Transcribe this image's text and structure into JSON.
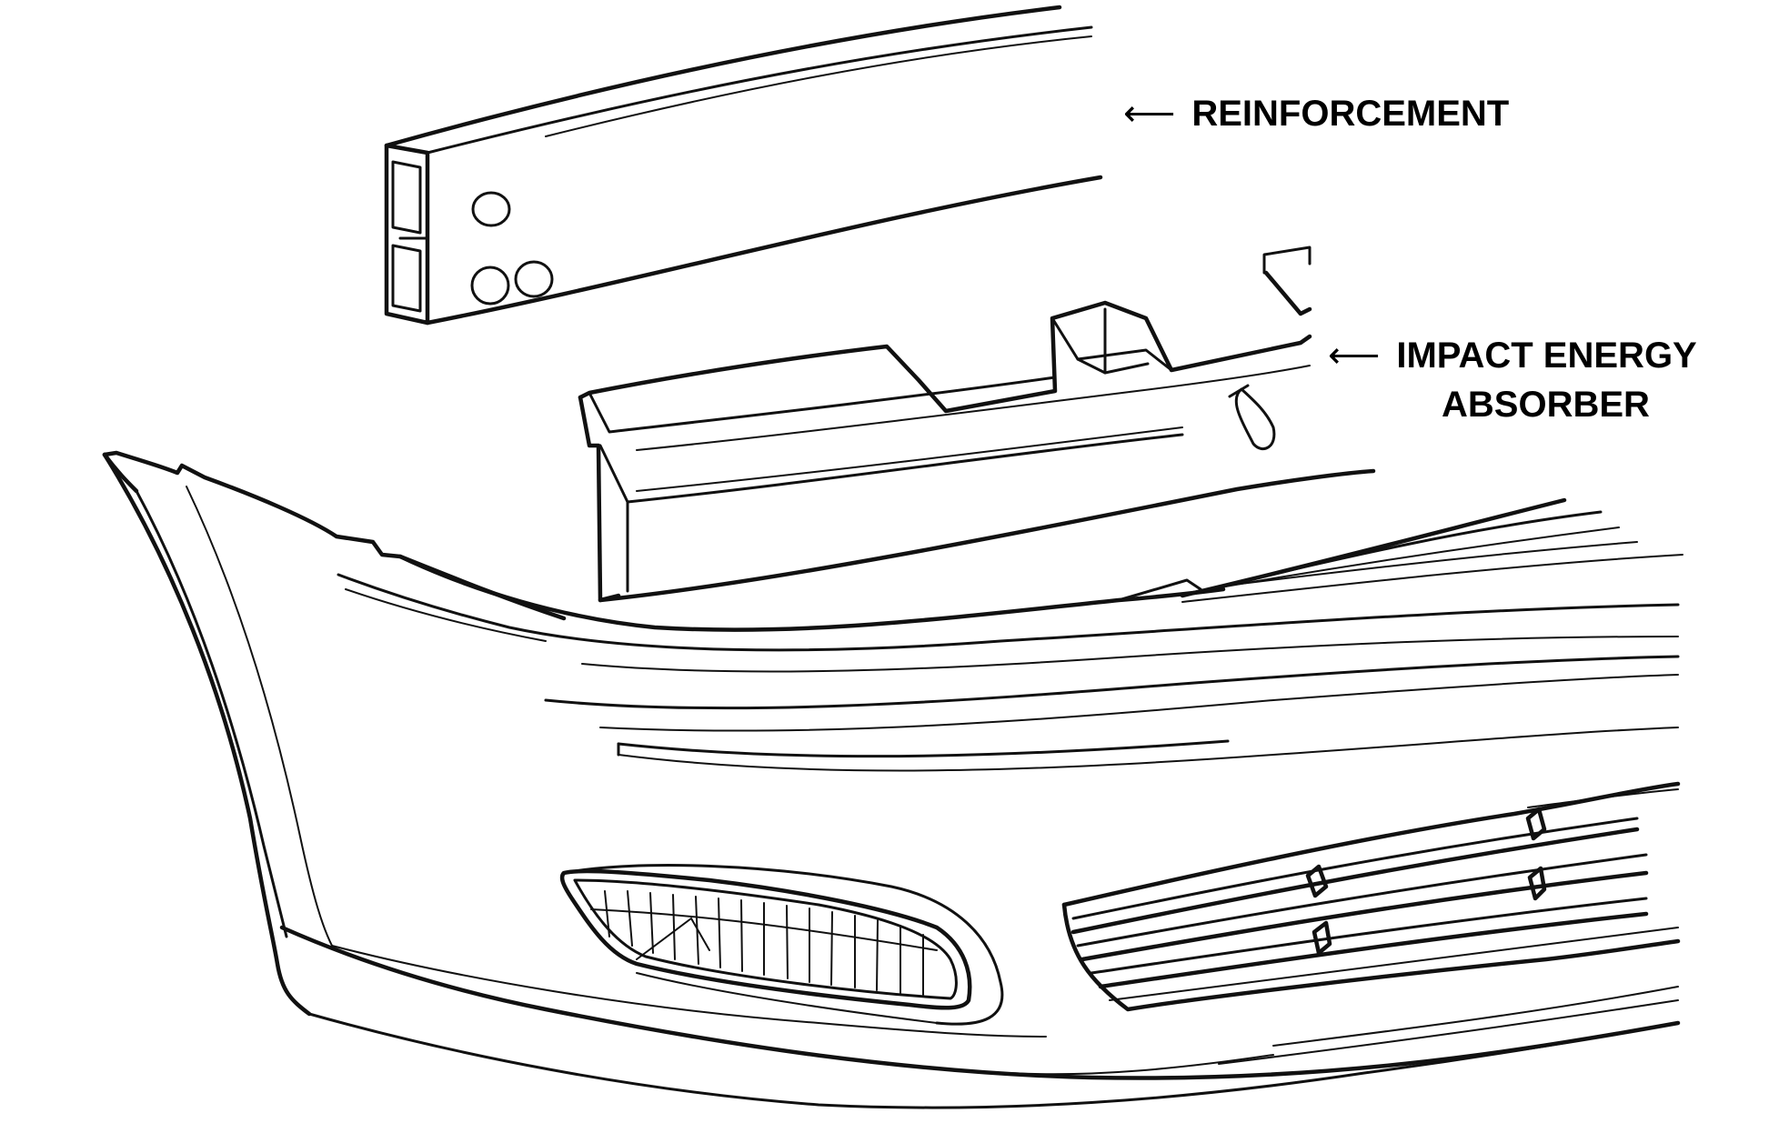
{
  "labels": {
    "reinforcement": "REINFORCEMENT",
    "absorber_line1": "IMPACT ENERGY",
    "absorber_line2": "ABSORBER",
    "arrow": "⟵"
  }
}
